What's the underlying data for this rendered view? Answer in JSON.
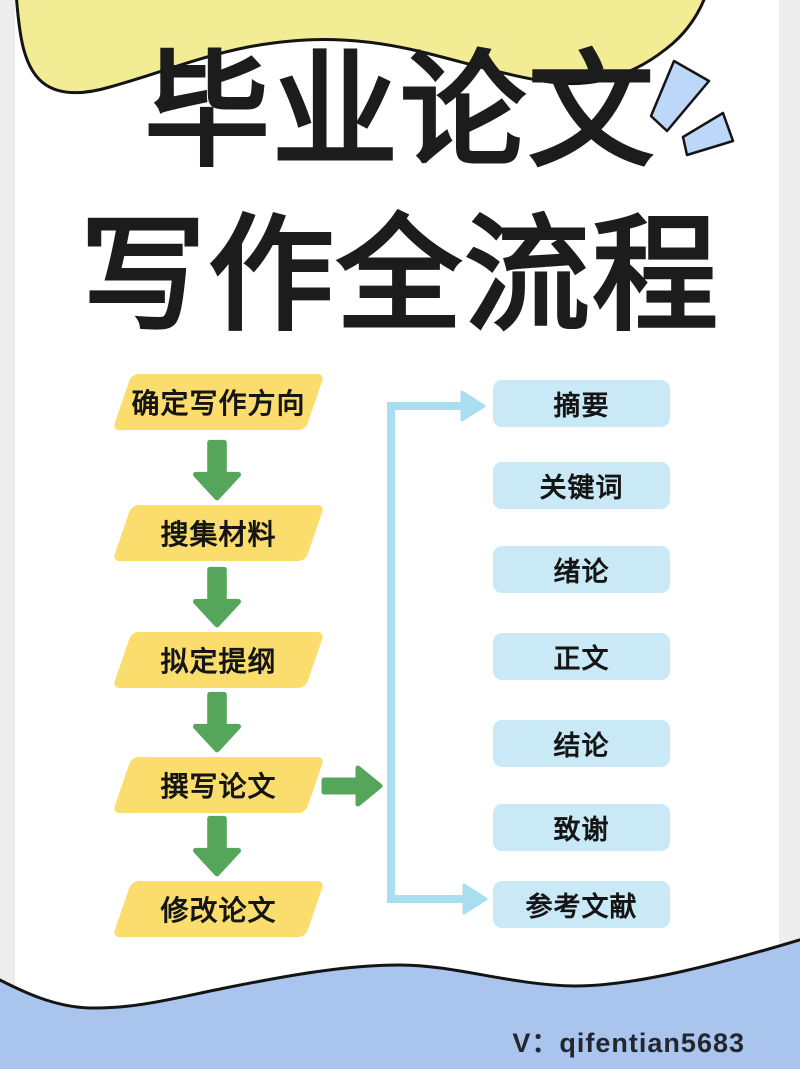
{
  "poster": {
    "title_line1": "毕业论文",
    "title_line2": "写作全流程",
    "footer_contact": "V：qifentian5683"
  },
  "flow_steps": [
    "确定写作方向",
    "搜集材料",
    "拟定提纲",
    "撰写论文",
    "修改论文"
  ],
  "thesis_sections": [
    "摘要",
    "关键词",
    "绪论",
    "正文",
    "结论",
    "致谢",
    "参考文献"
  ],
  "diagram": {
    "type": "flowchart",
    "branch_from": "撰写论文"
  },
  "colors": {
    "blob_yellow": "#f2ec95",
    "step_yellow": "#fbdd6e",
    "section_blue": "#c8e9f5",
    "connector_blue": "#a9ddf0",
    "arrow_green": "#55a65b",
    "wave_blue": "#a9c5ed",
    "sparkle_blue": "#bdd7f9",
    "outline_black": "#141414"
  }
}
